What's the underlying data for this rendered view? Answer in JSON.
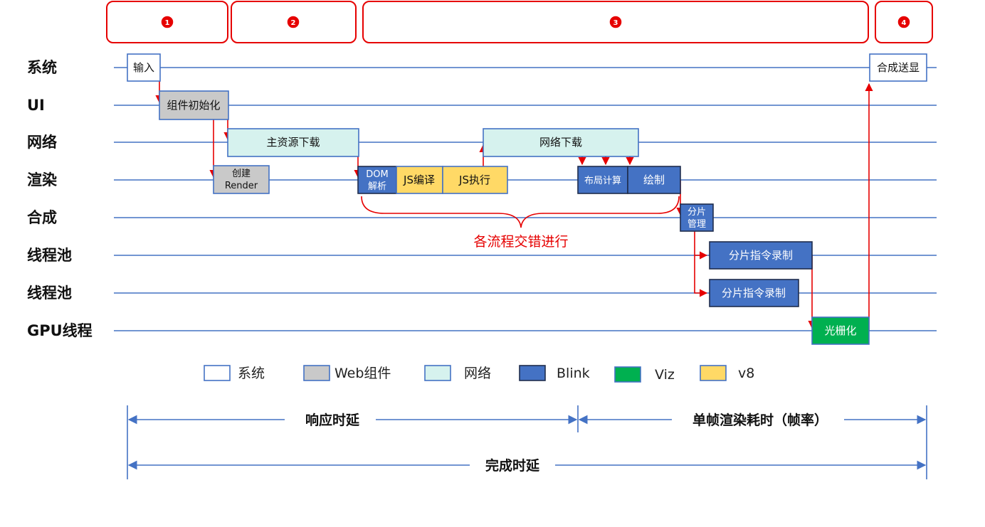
{
  "stages": [
    "1",
    "2",
    "3",
    "4"
  ],
  "lanes": [
    "系统",
    "UI",
    "网络",
    "渲染",
    "合成",
    "线程池",
    "线程池",
    "GPU线程"
  ],
  "boxes": {
    "input": "输入",
    "ui_init": "组件初始化",
    "main_download": "主资源下载",
    "create_render": [
      "创建",
      "Render"
    ],
    "dom_parse": [
      "DOM",
      "解析"
    ],
    "js_compile": "JS编译",
    "js_exec": "JS执行",
    "net_download": "网络下载",
    "layout": "布局计算",
    "paint": "绘制",
    "tile_manage": [
      "分片",
      "管理"
    ],
    "tile_record_1": "分片指令录制",
    "tile_record_2": "分片指令录制",
    "raster": "光栅化",
    "composite_display": "合成送显"
  },
  "annotation": "各流程交错进行",
  "legend": [
    {
      "label": "系统",
      "color": "#ffffff"
    },
    {
      "label": "Web组件",
      "color": "#c9c9c9"
    },
    {
      "label": "网络",
      "color": "#d6f2ee"
    },
    {
      "label": "Blink",
      "color": "#4472c4"
    },
    {
      "label": "Viz",
      "color": "#00b050"
    },
    {
      "label": "v8",
      "color": "#ffd966"
    }
  ],
  "dimensions": {
    "response_latency": "响应时延",
    "frame_render_time": "单帧渲染耗时（帧率）",
    "completion_latency": "完成时延"
  },
  "colors": {
    "lane_line": "#4472c4",
    "arrow": "#e60000",
    "stage_border": "#e60000",
    "badge": "#e60000",
    "box_border": "#4472c4",
    "blink_border": "#1f2d4d"
  }
}
